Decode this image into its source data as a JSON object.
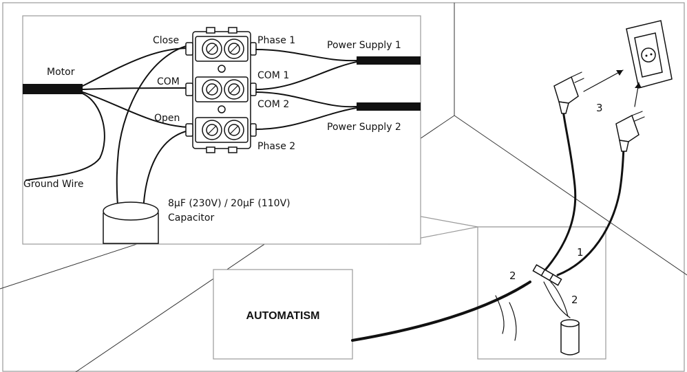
{
  "inset": {
    "motor_label": "Motor",
    "close_label": "Close",
    "com_label": "COM",
    "open_label": "Open",
    "ground_label": "Ground Wire",
    "phase1_label": "Phase 1",
    "com1_label": "COM 1",
    "com2_label": "COM 2",
    "phase2_label": "Phase 2",
    "supply1_label": "Power Supply 1",
    "supply2_label": "Power Supply 2",
    "capacitor_value": "8µF (230V) / 20µF (110V)",
    "capacitor_label": "Capacitor"
  },
  "scene": {
    "automatism_label": "AUTOMATISM",
    "step1": "1",
    "step2a": "2",
    "step2b": "2",
    "step3": "3"
  }
}
